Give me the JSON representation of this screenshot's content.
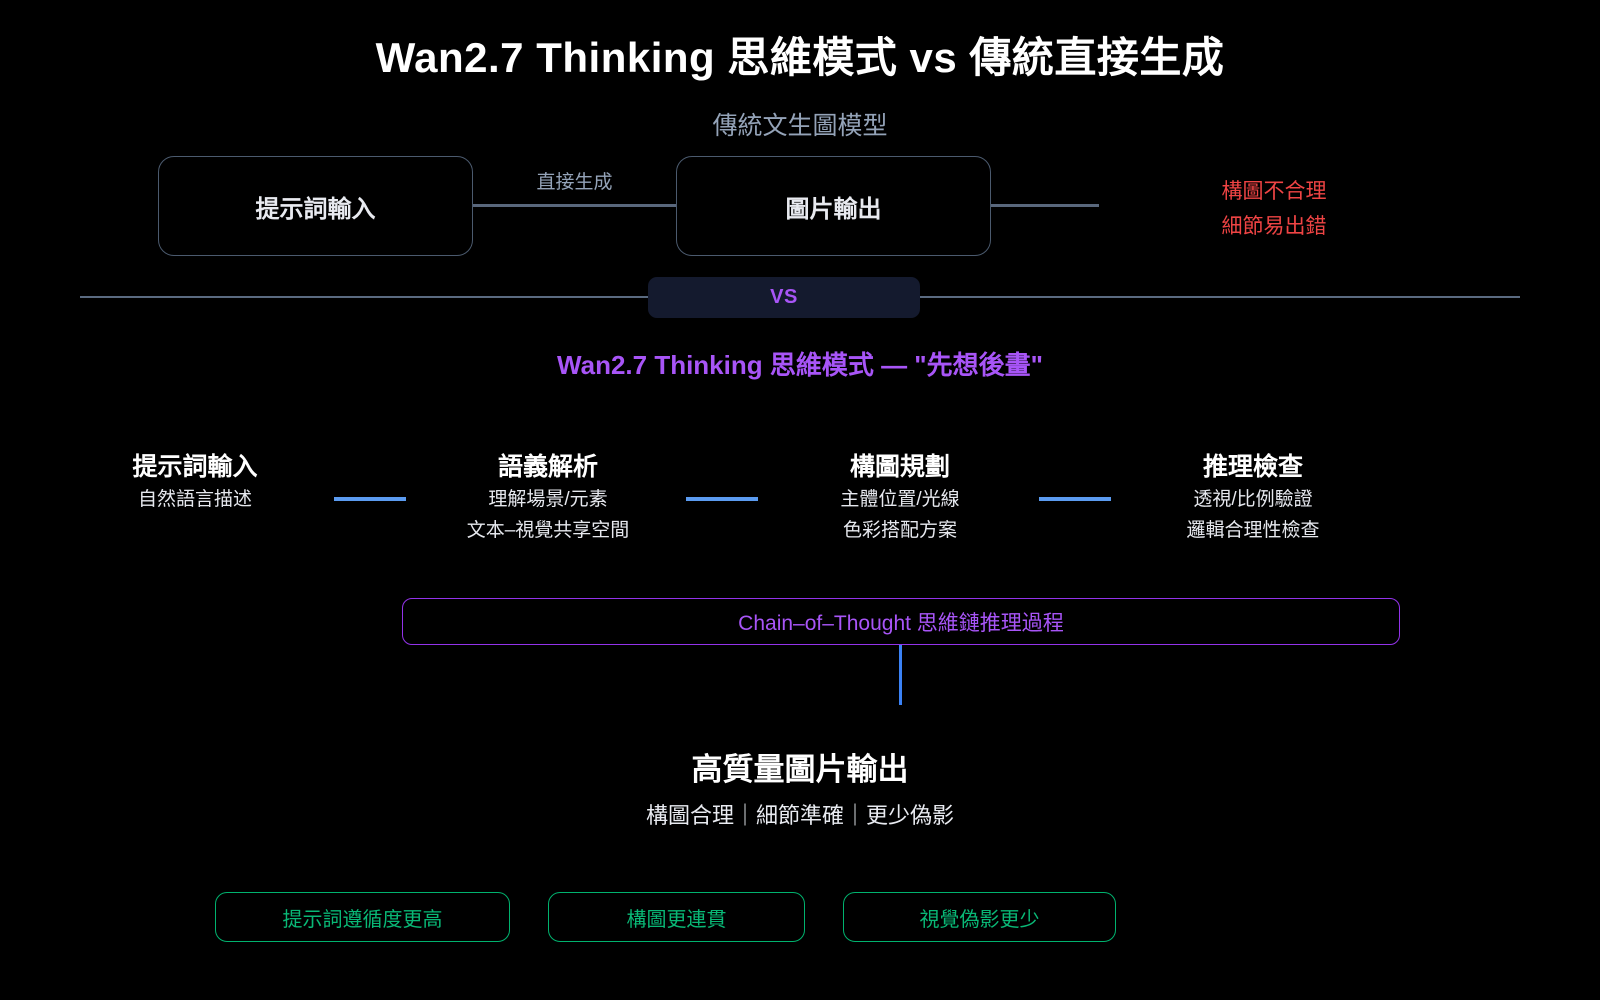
{
  "title": "Wan2.7 Thinking 思維模式 vs 傳統直接生成",
  "colors": {
    "background": "#000000",
    "accent_purple": "#a855f7",
    "accent_blue": "#5b9bf0",
    "accent_green": "#09b876",
    "warning_red": "#ef4444",
    "border_slate": "#4b5a6e"
  },
  "traditional": {
    "section_label": "傳統文生圖模型",
    "input_node": "提示詞輸入",
    "edge_label": "直接生成",
    "output_node": "圖片輸出",
    "warnings": [
      "構圖不合理",
      "細節易出錯"
    ]
  },
  "divider": {
    "vs_label": "VS"
  },
  "thinking": {
    "subtitle": "Wan2.7 Thinking 思維模式 — \"先想後畫\"",
    "steps": [
      {
        "title": "提示詞輸入",
        "lines": [
          "自然語言描述"
        ]
      },
      {
        "title": "語義解析",
        "lines": [
          "理解場景/元素",
          "文本–視覺共享空間"
        ]
      },
      {
        "title": "構圖規劃",
        "lines": [
          "主體位置/光線",
          "色彩搭配方案"
        ]
      },
      {
        "title": "推理檢查",
        "lines": [
          "透視/比例驗證",
          "邏輯合理性檢查"
        ]
      }
    ],
    "cot_label": "Chain–of–Thought 思維鏈推理過程",
    "final_title": "高質量圖片輸出",
    "final_sub": "構圖合理｜細節準確｜更少偽影",
    "badges": [
      "提示詞遵循度更高",
      "構圖更連貫",
      "視覺偽影更少"
    ]
  }
}
